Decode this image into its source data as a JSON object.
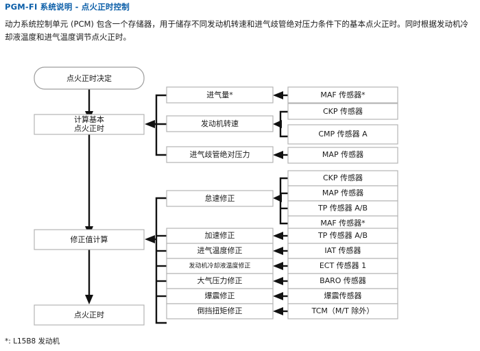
{
  "page": {
    "title": "PGM-FI 系统说明 - 点火正时控制",
    "intro": "动力系统控制单元 (PCM) 包含一个存储器，用于储存不同发动机转速和进气歧管绝对压力条件下的基本点火正时。同时根据发动机冷却液温度和进气温度调节点火正时。",
    "footnote": "*: L15B8 发动机",
    "title_color": "#0b5ea8",
    "box_border_color": "#b3b3b3",
    "connector_color": "#111111"
  },
  "flowchart": {
    "type": "diagram",
    "left_column": [
      {
        "id": "decision",
        "label": "点火正时决定",
        "shape": "rounded-rect"
      },
      {
        "id": "basic-timing",
        "label_line1": "计算基本",
        "label_line2": "点火正时",
        "shape": "rect"
      },
      {
        "id": "correction-calc",
        "label": "修正值计算",
        "shape": "rect"
      },
      {
        "id": "ignition-timing",
        "label": "点火正时",
        "shape": "rect"
      }
    ],
    "upper_middle": [
      {
        "id": "intake-volume",
        "label": "进气量*"
      },
      {
        "id": "engine-speed",
        "label": "发动机转速"
      },
      {
        "id": "map-pressure",
        "label": "进气歧管绝对压力"
      }
    ],
    "upper_right": [
      {
        "id": "maf-sensor",
        "label": "MAF 传感器*"
      },
      {
        "id": "ckp-sensor",
        "label": "CKP 传感器"
      },
      {
        "id": "cmp-sensor-a",
        "label": "CMP 传感器 A"
      },
      {
        "id": "map-sensor",
        "label": "MAP 传感器"
      }
    ],
    "lower_middle": [
      {
        "id": "idle-correction",
        "label": "怠速修正",
        "small": false
      },
      {
        "id": "accel-correction",
        "label": "加速修正",
        "small": false
      },
      {
        "id": "iat-correction",
        "label": "进气温度修正",
        "small": false
      },
      {
        "id": "ect-correction",
        "label": "发动机冷却液温度修正",
        "small": true
      },
      {
        "id": "baro-correction",
        "label": "大气压力修正",
        "small": false
      },
      {
        "id": "knock-correction",
        "label": "爆震修正",
        "small": false
      },
      {
        "id": "reverse-torque-correction",
        "label": "倒挡扭矩修正",
        "small": false
      }
    ],
    "lower_right": [
      {
        "id": "ckp-sensor-2",
        "label": "CKP 传感器"
      },
      {
        "id": "map-sensor-2",
        "label": "MAP 传感器"
      },
      {
        "id": "tp-sensor-ab",
        "label": "TP 传感器 A/B"
      },
      {
        "id": "maf-sensor-2",
        "label": "MAF 传感器*"
      },
      {
        "id": "tp-sensor-ab-2",
        "label": "TP 传感器 A/B"
      },
      {
        "id": "iat-sensor",
        "label": "IAT 传感器"
      },
      {
        "id": "ect-sensor-1",
        "label": "ECT 传感器 1"
      },
      {
        "id": "baro-sensor",
        "label": "BARO 传感器"
      },
      {
        "id": "knock-sensor",
        "label": "爆震传感器"
      },
      {
        "id": "tcm",
        "label": "TCM（M/T 除外）"
      }
    ]
  }
}
